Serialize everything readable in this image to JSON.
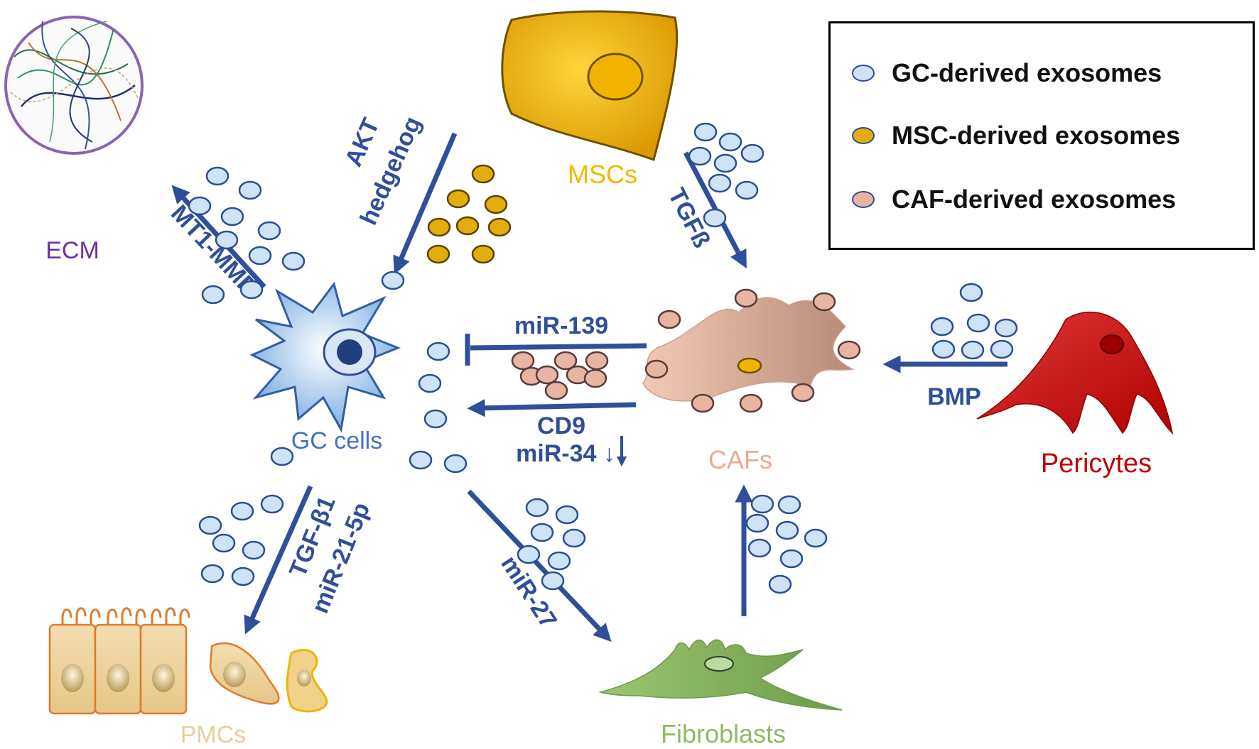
{
  "colors": {
    "arrow": "#2f4f98",
    "gc_exosome_fill": "#cfe3f6",
    "gc_exosome_stroke": "#2a4f8f",
    "msc_exosome_fill": "#e3ad0f",
    "caf_exosome_fill": "#e7b5a2",
    "ecm_label": "#7030a0",
    "msc_label": "#f1b800",
    "gc_label": "#4472c4",
    "caf_label": "#e6ab92",
    "pericyte_label": "#c00000",
    "pmc_label": "#e7cf9d",
    "fibroblast_label": "#8dbb62"
  },
  "legend": {
    "items": [
      {
        "label": "GC-derived exosomes",
        "icon": "blue-exosome-icon"
      },
      {
        "label": "MSC-derived exosomes",
        "icon": "yellow-exosome-icon"
      },
      {
        "label": "CAF-derived exosomes",
        "icon": "pink-exosome-icon"
      }
    ]
  },
  "cells": {
    "ecm": "ECM",
    "mscs": "MSCs",
    "gc": "GC cells",
    "cafs": "CAFs",
    "pericytes": "Pericytes",
    "pmcs": "PMCs",
    "fibroblasts": "Fibroblasts"
  },
  "arrows": {
    "mt1_mmp": "MT1-MMP",
    "akt": "AKT",
    "hedgehog": "hedgehog",
    "tgfb": "TGFß",
    "mir139": "miR-139",
    "cd9": "CD9",
    "mir34": "miR-34 ↓",
    "bmp": "BMP",
    "tgfb1": "TGF-β1",
    "mir21": "miR-21-5p",
    "mir27": "miR-27"
  }
}
